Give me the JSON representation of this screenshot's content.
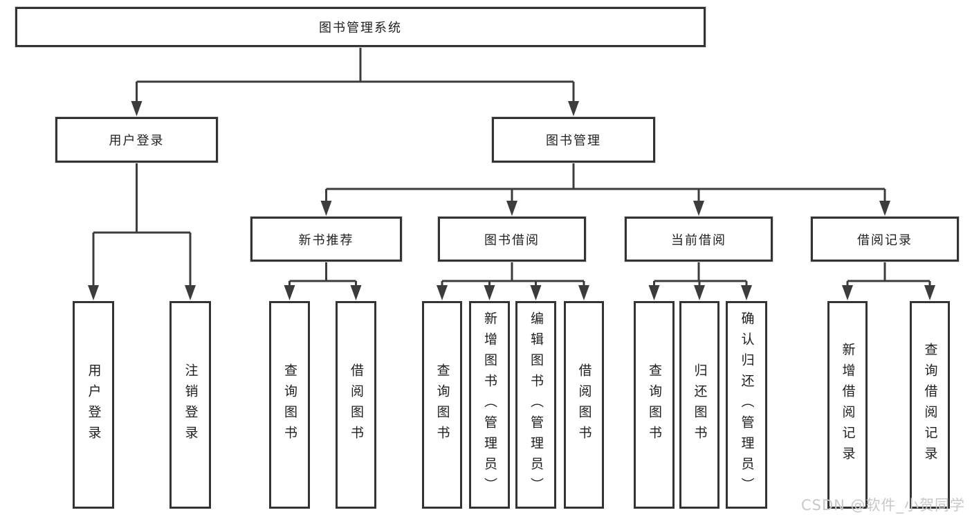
{
  "colors": {
    "line": "#3c3c3c",
    "border": "#333333",
    "bg": "#ffffff",
    "text": "#1f1f1f",
    "watermark": "#c8c8c8"
  },
  "watermark": {
    "text": "CSDN @软件_小贺同学"
  },
  "tree": {
    "root": {
      "label": "图书管理系统",
      "children": [
        {
          "label": "用户登录",
          "children": [
            {
              "label": "用户登录"
            },
            {
              "label": "注销登录"
            }
          ]
        },
        {
          "label": "图书管理",
          "children": [
            {
              "label": "新书推荐",
              "children": [
                {
                  "label": "查询图书"
                },
                {
                  "label": "借阅图书"
                }
              ]
            },
            {
              "label": "图书借阅",
              "children": [
                {
                  "label": "查询图书"
                },
                {
                  "label": "新增图书（管理员）"
                },
                {
                  "label": "编辑图书（管理员）"
                },
                {
                  "label": "借阅图书"
                }
              ]
            },
            {
              "label": "当前借阅",
              "children": [
                {
                  "label": "查询图书"
                },
                {
                  "label": "归还图书"
                },
                {
                  "label": "确认归还（管理员）"
                }
              ]
            },
            {
              "label": "借阅记录",
              "children": [
                {
                  "label": "新增借阅记录"
                },
                {
                  "label": "查询借阅记录"
                }
              ]
            }
          ]
        }
      ]
    }
  }
}
